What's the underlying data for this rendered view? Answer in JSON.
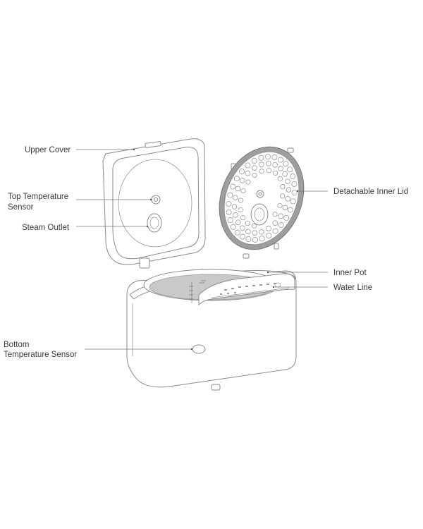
{
  "labels": {
    "upper_cover": "Upper Cover",
    "top_temp_sensor_line1": "Top Temperature",
    "top_temp_sensor_line2": "Sensor",
    "steam_outlet": "Steam Outlet",
    "bottom_temp_sensor_line1": "Bottom",
    "bottom_temp_sensor_line2": "Temperature Sensor",
    "detachable_inner_lid": "Detachable Inner Lid",
    "inner_pot": "Inner Pot",
    "water_line": "Water Line"
  },
  "colors": {
    "outline": "#8a8a8a",
    "pot_fill": "#c9c9c9",
    "lid_ring": "#9e9e9e",
    "text": "#3a3a3a"
  }
}
